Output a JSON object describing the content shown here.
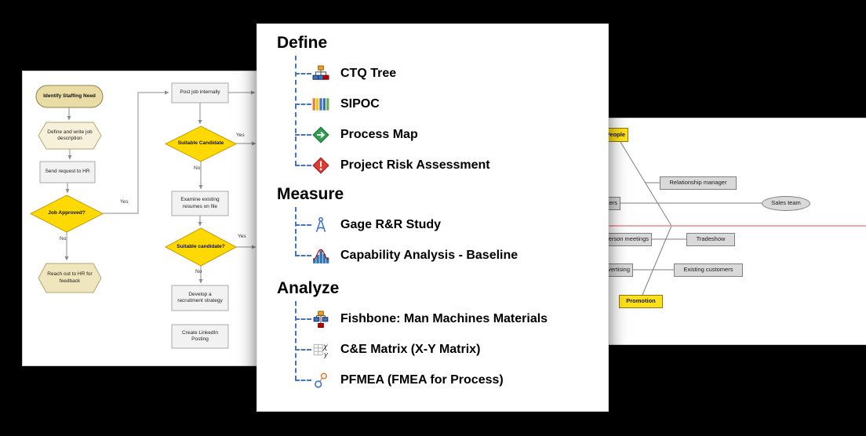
{
  "toolbox": {
    "sections": [
      {
        "title": "Define",
        "items": [
          {
            "label": "CTQ Tree",
            "icon": "ctq-tree-icon"
          },
          {
            "label": "SIPOC",
            "icon": "sipoc-icon"
          },
          {
            "label": "Process Map",
            "icon": "process-map-icon"
          },
          {
            "label": "Project Risk Assessment",
            "icon": "project-risk-icon"
          }
        ]
      },
      {
        "title": "Measure",
        "items": [
          {
            "label": "Gage R&R Study",
            "icon": "gage-rr-icon"
          },
          {
            "label": "Capability Analysis - Baseline",
            "icon": "capability-histogram-icon"
          }
        ]
      },
      {
        "title": "Analyze",
        "items": [
          {
            "label": "Fishbone: Man Machines Materials",
            "icon": "fishbone-icon"
          },
          {
            "label": "C&E Matrix (X-Y Matrix)",
            "icon": "ce-matrix-icon"
          },
          {
            "label": "PFMEA (FMEA for Process)",
            "icon": "pfmea-icon"
          }
        ]
      }
    ]
  },
  "flowchart": {
    "nodes": {
      "identify_staffing_need": "Identify Staffing Need",
      "define_job_description": "Define and write job description",
      "send_request_hr": "Send request to HR",
      "job_approved": "Job Approved?",
      "reach_out_hr": "Reach out to HR for feedback",
      "post_job_internally": "Post job internally",
      "suitable_candidate_1": "Suitable Candidate",
      "examine_resumes": "Examine existing resumes on file",
      "suitable_candidate_2": "Suitable candidate?",
      "develop_strategy": "Develop a recruitment strategy",
      "create_linkedin_posting": "Create LinkedIn Posting"
    },
    "edge_labels": {
      "yes": "Yes",
      "no": "No"
    }
  },
  "fishbone": {
    "categories": {
      "people": "People",
      "promotion": "Promotion"
    },
    "causes": {
      "relationship_manager": "Relationship manager",
      "customers": "Customers",
      "sales_team": "Sales team",
      "in_person_meetings": "In person meetings",
      "tradeshow": "Tradeshow",
      "advertising": "Advertising",
      "existing_customers": "Existing customers"
    }
  },
  "colors": {
    "background": "#000000",
    "panel": "#FFFFFF",
    "tree_connector_blue": "#4472C4",
    "decision_yellow": "#FFD903",
    "category_yellow": "#FFE01A",
    "cause_gray": "#D9D9D9",
    "spine_pink": "#F08A8A"
  }
}
